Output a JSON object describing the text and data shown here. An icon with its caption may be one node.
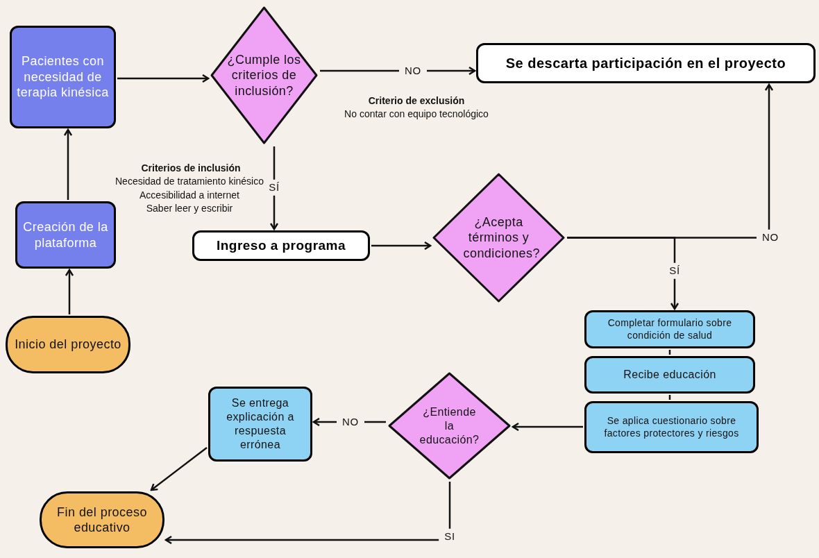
{
  "diagram": {
    "nodes": [
      {
        "text": [
          "Pacientes con necesidad de terapia kinésica"
        ]
      },
      {
        "text": [
          "¿Cumple los criterios de inclusión?"
        ]
      },
      {
        "text": [
          "Se descarta participación en el proyecto"
        ]
      },
      {
        "text": [
          "Creación de la plataforma"
        ]
      },
      {
        "text": [
          "Ingreso a programa"
        ]
      },
      {
        "text": [
          "¿Acepta términos y condiciones?"
        ]
      },
      {
        "text": [
          "Inicio del proyecto"
        ]
      },
      {
        "text": [
          "Completar formulario sobre condición de salud"
        ]
      },
      {
        "text": [
          "Recibe educación"
        ]
      },
      {
        "text": [
          "Se aplica cuestionario sobre factores protectores y riesgos"
        ]
      },
      {
        "text": [
          "Se entrega explicación a respuesta errónea"
        ]
      },
      {
        "text": [
          "¿Entiende la educación?"
        ]
      },
      {
        "text": [
          "Fin del proceso educativo"
        ]
      }
    ],
    "edges": [
      {
        "from": 6,
        "to": 3,
        "arrow": "to"
      },
      {
        "from": 3,
        "to": 0,
        "arrow": "to"
      },
      {
        "from": 0,
        "to": 1,
        "arrow": "to"
      },
      {
        "from": 1,
        "to": 2,
        "arrow": "to",
        "label": "NO"
      },
      {
        "from": 1,
        "to": 4,
        "arrow": "to",
        "label": "SÍ"
      },
      {
        "from": 4,
        "to": 5,
        "arrow": "to"
      },
      {
        "from": 5,
        "to": 2,
        "arrow": "to",
        "label": "NO"
      },
      {
        "from": 5,
        "to": 7,
        "arrow": "to",
        "label": "SÍ"
      },
      {
        "from": 7,
        "to": 8,
        "arrow": "none"
      },
      {
        "from": 8,
        "to": 9,
        "arrow": "none"
      },
      {
        "from": 9,
        "to": 11,
        "arrow": "to"
      },
      {
        "from": 11,
        "to": 10,
        "arrow": "to",
        "label": "NO"
      },
      {
        "from": 10,
        "to": 12,
        "arrow": "to"
      },
      {
        "from": 11,
        "to": 12,
        "arrow": "to",
        "label": "SI"
      }
    ],
    "labels": [
      "Criterio de exclusión",
      "No contar con equipo tecnológico",
      "Criterios de inclusión",
      "Necesidad de tratamiento kinésico",
      "Accesibilidad a internet",
      "Saber leer y escribir"
    ]
  }
}
